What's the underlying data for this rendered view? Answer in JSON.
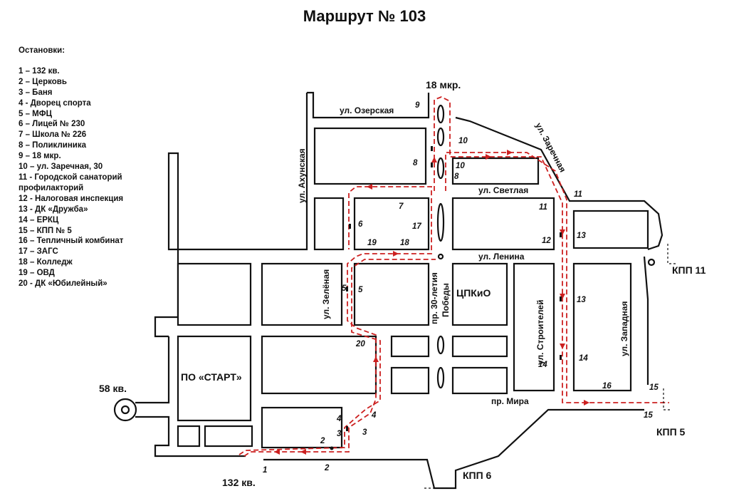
{
  "title": "Маршрут № 103",
  "legend": {
    "heading": "Остановки:",
    "items": [
      "1 – 132 кв.",
      "2 – Церковь",
      "3 – Баня",
      "4 - Дворец спорта",
      "5 – МФЦ",
      "6 – Лицей № 230",
      "7 – Школа № 226",
      "8 – Поликлиника",
      "9 – 18 мкр.",
      "10 – ул. Заречная, 30",
      "11 - Городской санаторий",
      "профилакторий",
      "12 -  Налоговая инспекция",
      "13 - ДК «Дружба»",
      "14 – ЕРКЦ",
      "15 – КПП № 5",
      "16 – Тепличный комбинат",
      "17 – ЗАГС",
      "18 – Колледж",
      "19 – ОВД",
      "20 - ДК «Юбилейный»"
    ]
  },
  "map": {
    "streets": {
      "ozerskaya": "ул. Озерская",
      "akhunskaya": "ул. Ахунская",
      "zarechnaya": "ул. Заречная",
      "svetlaya": "ул. Светлая",
      "lenina": "ул. Ленина",
      "zelenaya": "ул. Зелёная",
      "pobedy_1": "пр. 30-летия",
      "pobedy_2": "Победы",
      "stroiteley": "ул. Строителей",
      "zapadnaya": "ул. Западная",
      "mira": "пр. Мира"
    },
    "places": {
      "mkr18": "18 мкр.",
      "kv58": "58 кв.",
      "kv132": "132 кв.",
      "start": "ПО «СТАРТ»",
      "tspkio": "ЦПКиО",
      "kpp11": "КПП 11",
      "kpp5": "КПП 5",
      "kpp6": "КПП 6"
    },
    "stops": {
      "s1": "1",
      "s2a": "2",
      "s2b": "2",
      "s3a": "3",
      "s3b": "3",
      "s4a": "4",
      "s4b": "4",
      "s5a": "5",
      "s5b": "5",
      "s6": "6",
      "s7": "7",
      "s8a": "8",
      "s8b": "8",
      "s9": "9",
      "s10a": "10",
      "s10b": "10",
      "s11a": "11",
      "s11b": "11",
      "s12": "12",
      "s13a": "13",
      "s13b": "13",
      "s14a": "14",
      "s14b": "14",
      "s15a": "15",
      "s15b": "15",
      "s16": "16",
      "s17": "17",
      "s18": "18",
      "s19": "19",
      "s20": "20"
    },
    "route_color": "#cc2020",
    "line_color": "#111111"
  }
}
